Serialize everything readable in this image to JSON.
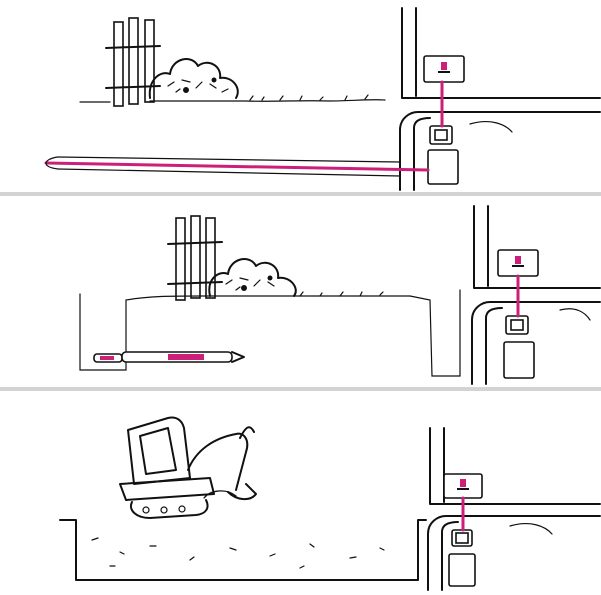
{
  "colors": {
    "pipe": "#cc1f7a",
    "ink": "#111111",
    "divider": "#d3d3d3",
    "background": "#ffffff"
  },
  "panels": [
    {
      "id": "panel-1",
      "scene": "pipe-pulled-under-garden-into-building"
    },
    {
      "id": "panel-2",
      "scene": "launch-pit-with-drilling-head-and-receiving-pit"
    },
    {
      "id": "panel-3",
      "scene": "open-trench-dug-by-mini-excavator"
    }
  ],
  "icons": [
    "fence-icon",
    "bush-icon",
    "excavator-icon",
    "meter-box-icon",
    "junction-box-icon",
    "floor-box-icon",
    "drill-head-icon"
  ]
}
